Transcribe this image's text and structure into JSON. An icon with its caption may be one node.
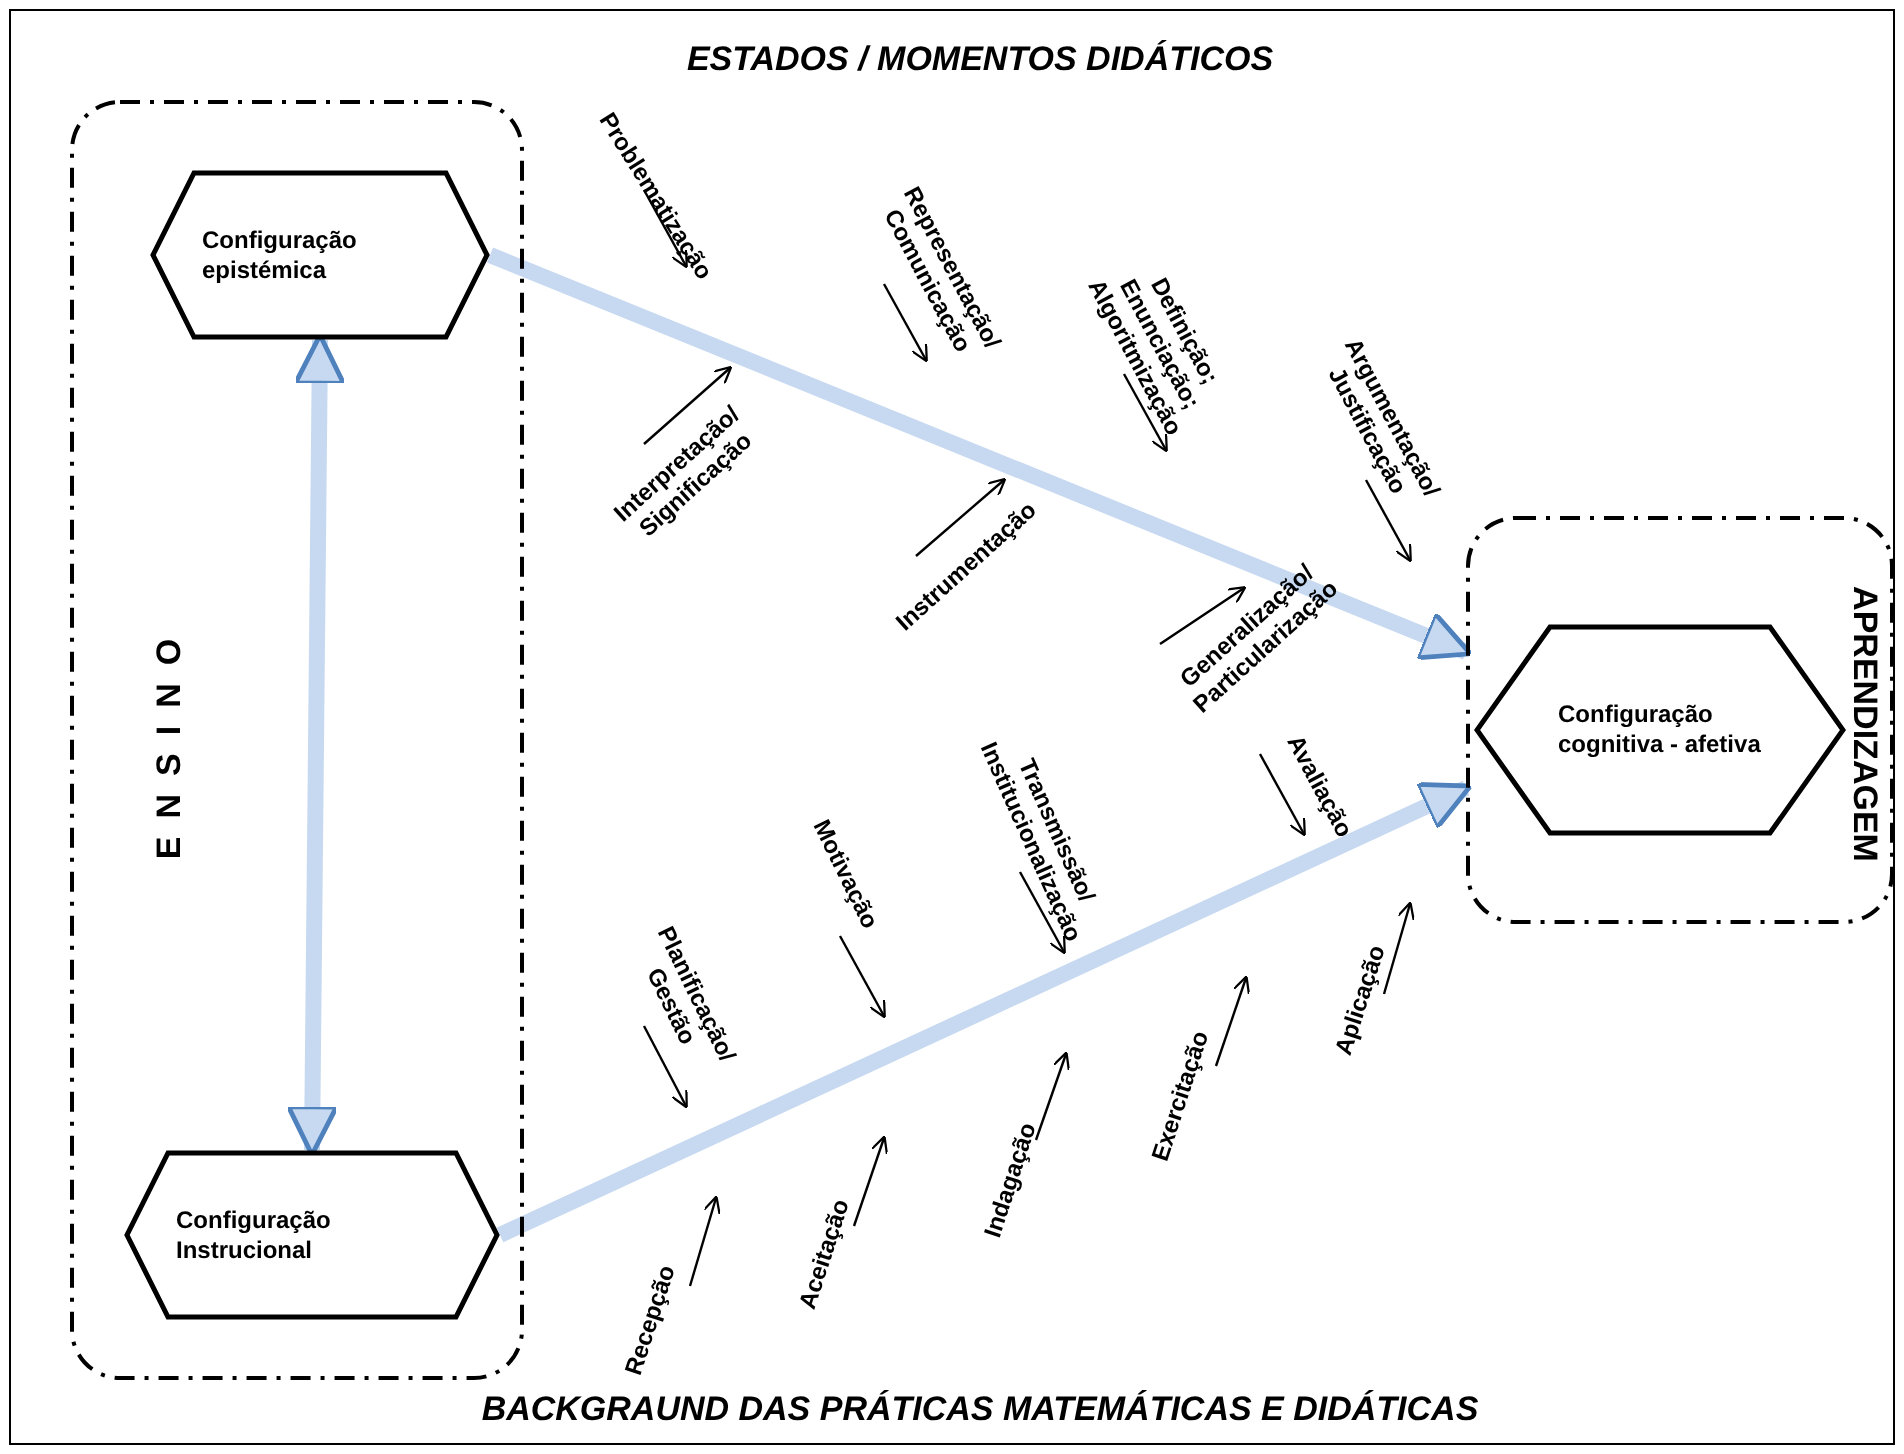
{
  "diagram": {
    "title": "ESTADOS / MOMENTOS DIDÁTICOS",
    "caption": "BACKGRAUND DAS PRÁTICAS MATEMÁTICAS E DIDÁTICAS",
    "nodes": [
      {
        "text": [
          "ENSINO"
        ]
      },
      {
        "text": [
          "Configuração epistémica"
        ],
        "in": 0
      },
      {
        "text": [
          "Configuração Instrucional"
        ],
        "in": 0
      },
      {
        "text": [
          "APRENDIZAGEM"
        ]
      },
      {
        "text": [
          "Configuração cognitiva - afetiva"
        ],
        "in": 3
      }
    ],
    "edges": [
      {
        "from": 1,
        "to": 3,
        "arrow": "to"
      },
      {
        "from": 1,
        "to": 2,
        "arrow": "both"
      },
      {
        "from": 2,
        "to": 3,
        "arrow": "to"
      }
    ],
    "labels": [
      "Problematização",
      "Representação/ Comunicação",
      "Definição; Enunciação; Algoritmização",
      "Argumentação/ Justificação",
      "Interpretação/ Significação",
      "Instrumentação",
      "Generalização/ Particularização",
      "Avaliação",
      "Motivação",
      "Transmissão/ Institucionalização",
      "Planificação/ Gestão",
      "Aplicação",
      "Exercitação",
      "Indagação",
      "Aceitação",
      "Recepção"
    ]
  }
}
